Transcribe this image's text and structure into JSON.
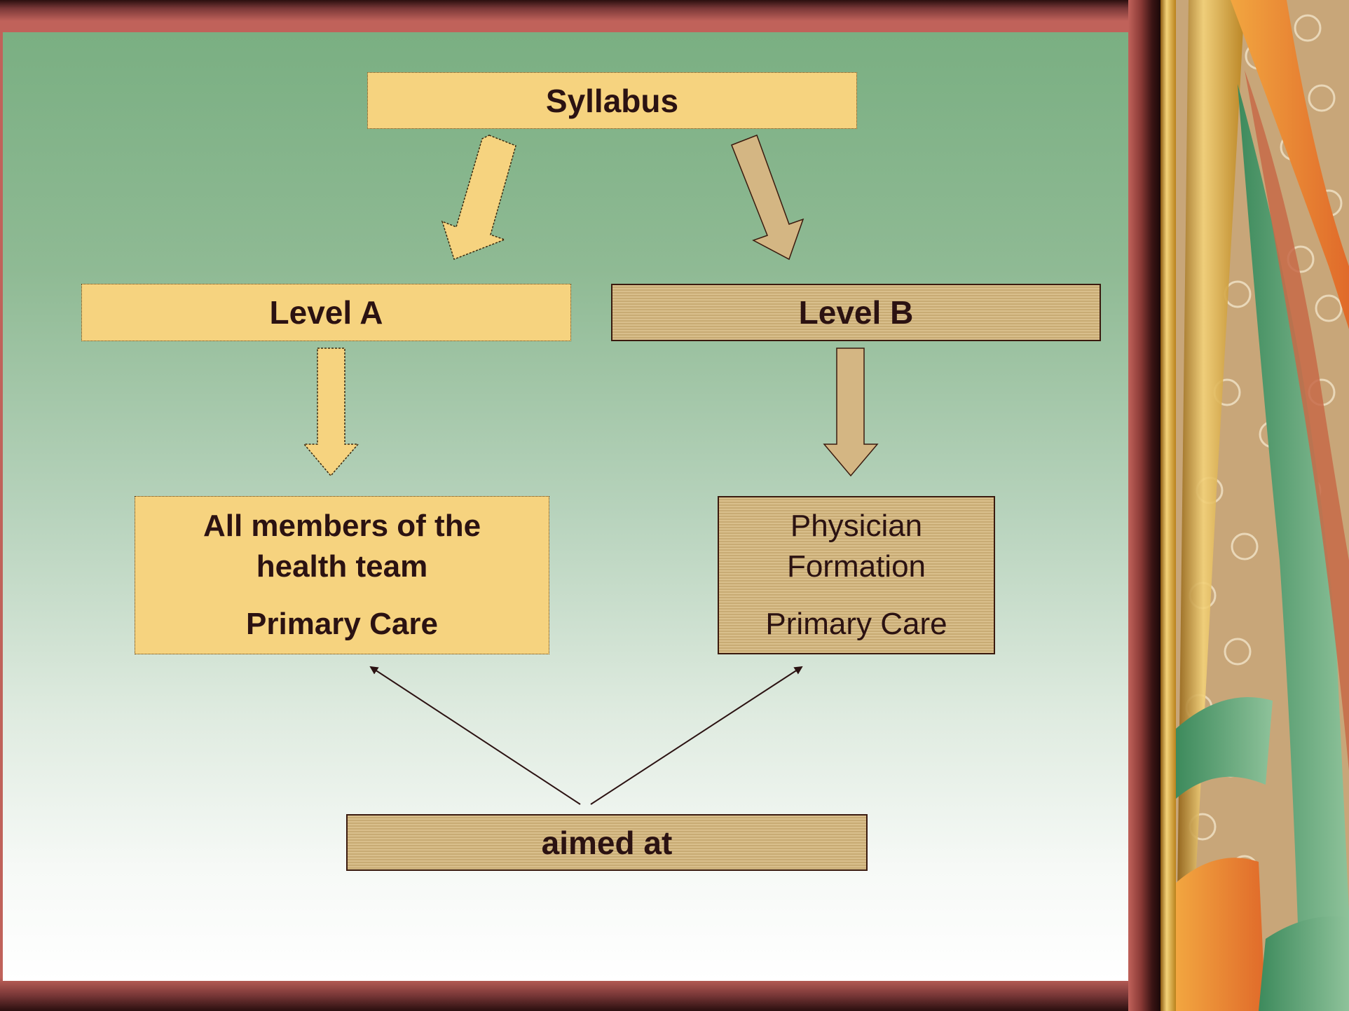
{
  "diagram": {
    "root": "Syllabus",
    "level_a": "Level A",
    "level_b": "Level B",
    "target_a": {
      "line1": "All members of the",
      "line2": "health team",
      "line3": "Primary Care"
    },
    "target_b": {
      "line1": "Physician",
      "line2": "Formation",
      "line3": "Primary Care"
    },
    "aimed": "aimed at"
  },
  "colors": {
    "box_a": "#f6d37f",
    "box_b": "#d2b580",
    "text": "#2b1212",
    "frame": "#c0625a",
    "slide_top": "#7aaf82"
  }
}
